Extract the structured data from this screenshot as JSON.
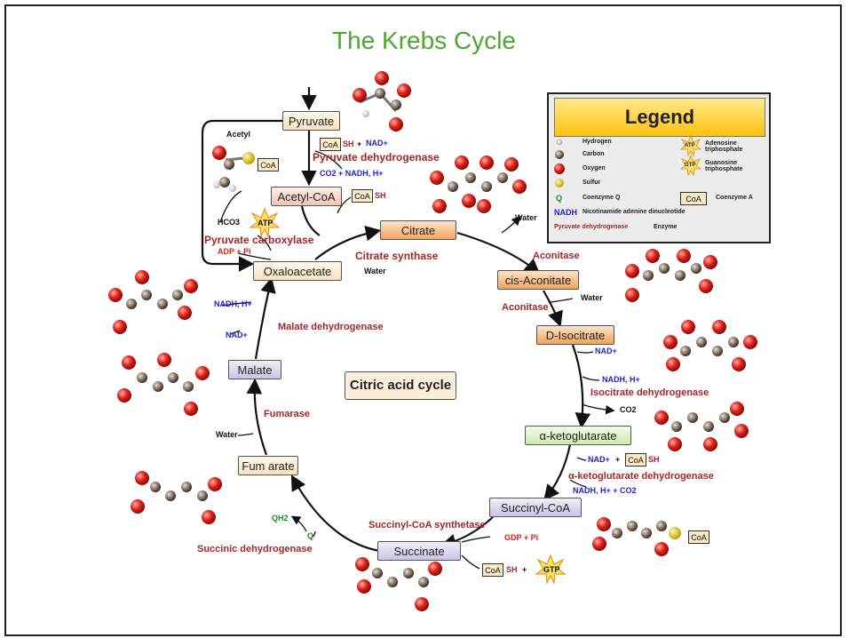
{
  "title": "The Krebs Cycle",
  "center_label": "Citric acid cycle",
  "nodes": {
    "pyruvate": "Pyruvate",
    "acetyl_coa": "Acetyl-CoA",
    "citrate": "Citrate",
    "cis_aconitate": "cis-Aconitate",
    "d_isocitrate": "D-Isocitrate",
    "alpha_ketoglutarate": "α-ketoglutarate",
    "succinyl_coa": "Succinyl-CoA",
    "succinate": "Succinate",
    "fumarate": "Fum arate",
    "malate": "Malate",
    "oxaloacetate": "Oxaloacetate"
  },
  "enzymes": {
    "pyruvate_dehydrogenase": "Pyruvate dehydrogenase",
    "pyruvate_carboxylase": "Pyruvate carboxylase",
    "citrate_synthase": "Citrate synthase",
    "aconitase_1": "Aconitase",
    "aconitase_2": "Aconitase",
    "isocitrate_dehydrogenase": "Isocitrate dehydrogenase",
    "akg_dehydrogenase": "α-ketoglutarate dehydrogenase",
    "succinyl_coa_synthetase": "Succinyl-CoA synthetase",
    "succinic_dehydrogenase": "Succinic dehydrogenase",
    "fumarase": "Fumarase",
    "malate_dehydrogenase": "Malate dehydrogenase"
  },
  "labels": {
    "acetyl": "Acetyl",
    "coa": "CoA",
    "sh": "SH",
    "plus": "+",
    "nad": "NAD+",
    "nadh_h": "NADH, H+",
    "co2_nadh": "CO2 + NADH, H+",
    "hco3": "HCO3",
    "atp": "ATP",
    "adp_pi": "ADP + Pi",
    "water": "Water",
    "co2": "CO2",
    "gdp_pi": "GDP + Pi",
    "gtp": "GTP",
    "qh2": "QH2",
    "q": "Q",
    "nadh_h_co2": "NADH, H+ + CO2"
  },
  "legend": {
    "title": "Legend",
    "items": {
      "hydrogen": "Hydrogen",
      "carbon": "Carbon",
      "oxygen": "Oxygen",
      "sulfur": "Sulfur",
      "coenzyme_q": "Coenzyme Q",
      "nadh_symbol": "NADH",
      "nadh_desc": "Nicotinamide adenine dinucleotide",
      "enzyme_example": "Pyruvate dehydrogenase",
      "enzyme_word": "Enzyme",
      "atp_desc": "Adenosine triphosphate",
      "gtp_desc": "Guanosine triphosphate",
      "coa_box": "CoA",
      "coenzyme_a": "Coenzyme A",
      "q_symbol": "Q",
      "atp_symbol": "ATP",
      "gtp_symbol": "GTP"
    }
  },
  "colors": {
    "title": "#4ea72e",
    "enzyme": "#a3262b",
    "nad": "#2222cc",
    "legend_header": "#ffc20e",
    "oxygen": "#e0201a",
    "carbon": "#8a7a6a"
  }
}
